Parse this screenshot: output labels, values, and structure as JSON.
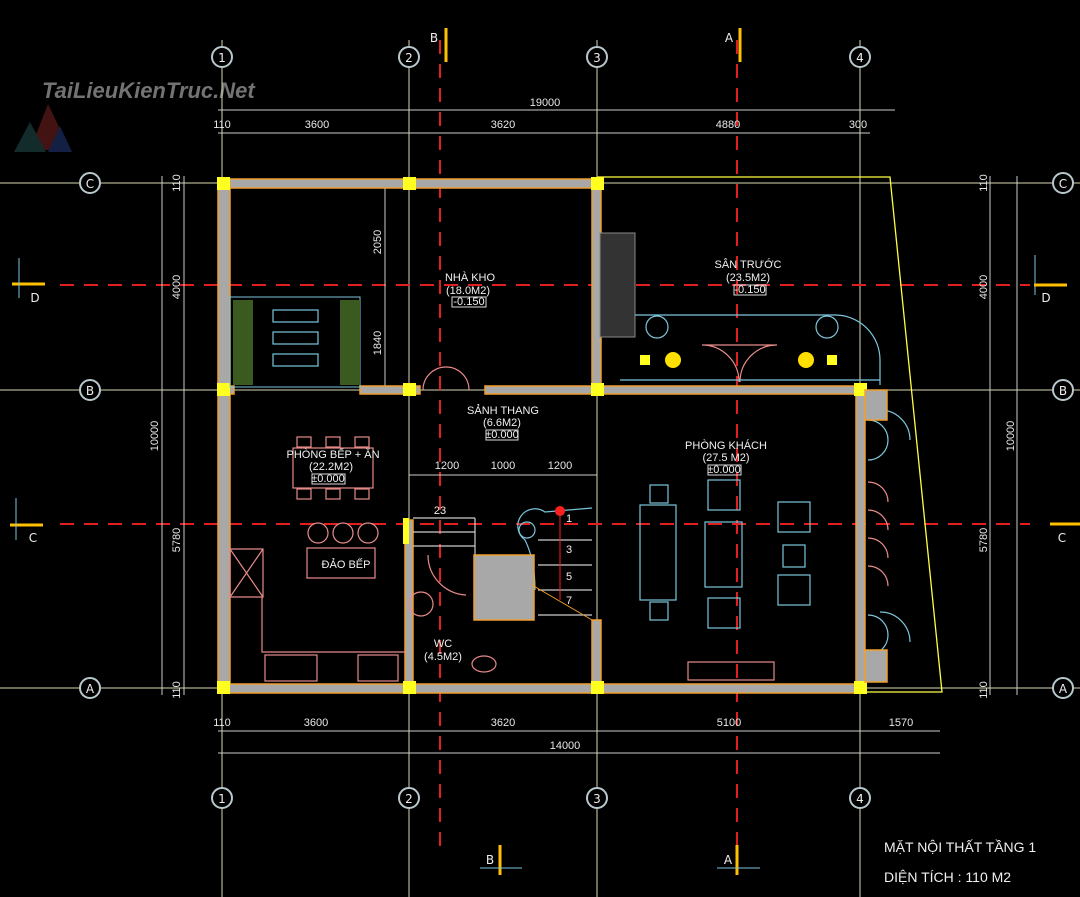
{
  "watermark": {
    "text": "TaiLieuKienTruc.Net"
  },
  "grid_axes": {
    "vertical": [
      "1",
      "2",
      "3",
      "4"
    ],
    "horizontal": [
      "C",
      "B",
      "A"
    ]
  },
  "section_marks": {
    "vertical": [
      "B",
      "A"
    ],
    "horizontal": [
      "D",
      "C"
    ]
  },
  "dimensions": {
    "top_total": "19000",
    "top": [
      "110",
      "3600",
      "3620",
      "4880",
      "300"
    ],
    "bottom": [
      "110",
      "3600",
      "3620",
      "5100",
      "1570"
    ],
    "bottom_total": "14000",
    "left_total": "10000",
    "left": [
      "110",
      "4000",
      "5780",
      "110"
    ],
    "right": [
      "110",
      "4000",
      "5780",
      "110"
    ],
    "right_total": "10000",
    "storage_inner": [
      "2050",
      "1840"
    ],
    "stair": [
      "1200",
      "1000",
      "1200"
    ]
  },
  "rooms": [
    {
      "name": "NHÀ KHO",
      "area": "(18.0M2)",
      "level": "-0.150"
    },
    {
      "name": "SÂN TRƯỚC",
      "area": "(23.5M2)",
      "level": "-0.150"
    },
    {
      "name": "SẢNH THANG",
      "area": "(6.6M2)",
      "level": "±0.000"
    },
    {
      "name": "PHÒNG BẾP + ĂN",
      "area": "(22.2M2)",
      "level": "±0.000"
    },
    {
      "name": "PHÒNG KHÁCH",
      "area": "(27.5 M2)",
      "level": "±0.000"
    },
    {
      "name": "WC",
      "area": "(4.5M2)"
    }
  ],
  "kitchen_island": "ĐẢO BẾP",
  "stair_numbers": [
    "23",
    "1",
    "3",
    "5",
    "7"
  ],
  "title_block": {
    "title": "MẶT NỘI THẤT TẦNG 1",
    "area": "DIỆN TÍCH : 110 M2"
  }
}
